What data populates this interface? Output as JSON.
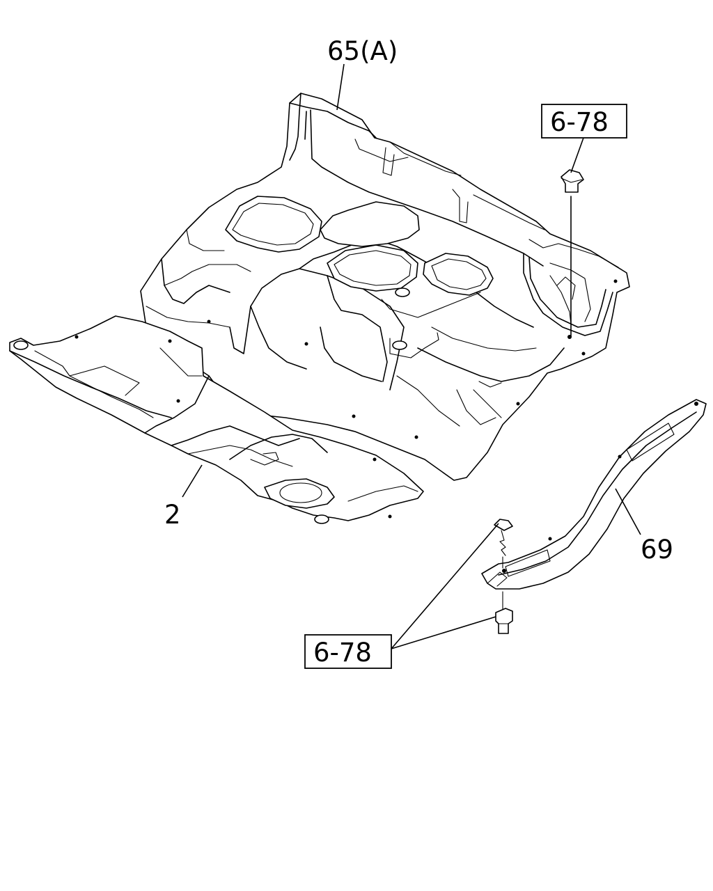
{
  "labels": {
    "part_65a": "65(A)",
    "part_2": "2",
    "part_69": "69",
    "ref_top": "6-78",
    "ref_bottom": "6-78"
  }
}
